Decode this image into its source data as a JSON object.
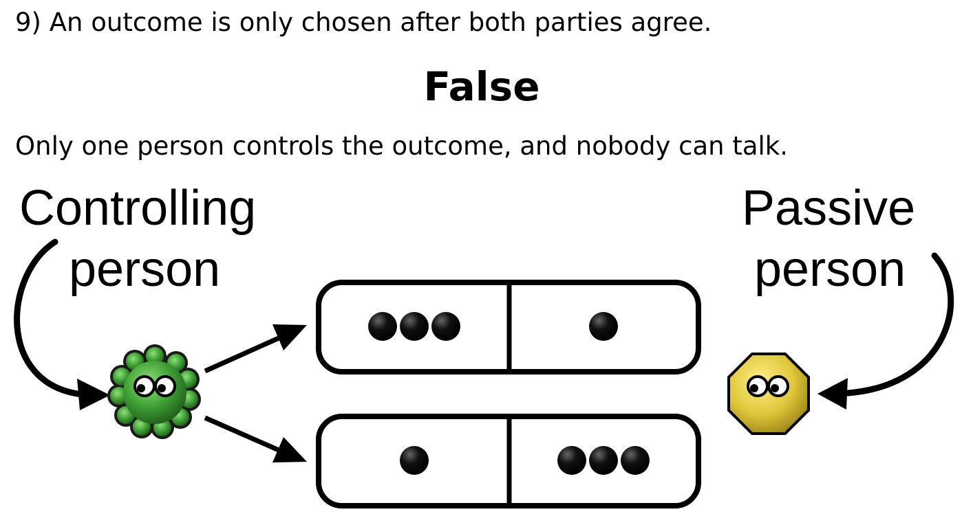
{
  "question": "9) An outcome is only chosen after both parties agree.",
  "answer": "False",
  "explanation": "Only one person controls the outcome, and nobody can talk.",
  "diagram": {
    "controlling_label_line1": "Controlling",
    "controlling_label_line2": "person",
    "passive_label_line1": "Passive",
    "passive_label_line2": "person",
    "outcomes": [
      {
        "left_dots": 3,
        "right_dots": 1
      },
      {
        "left_dots": 1,
        "right_dots": 3
      }
    ],
    "colors": {
      "controlling_character": "#3f9e35",
      "passive_character": "#e0c63a",
      "ink": "#000000"
    }
  }
}
